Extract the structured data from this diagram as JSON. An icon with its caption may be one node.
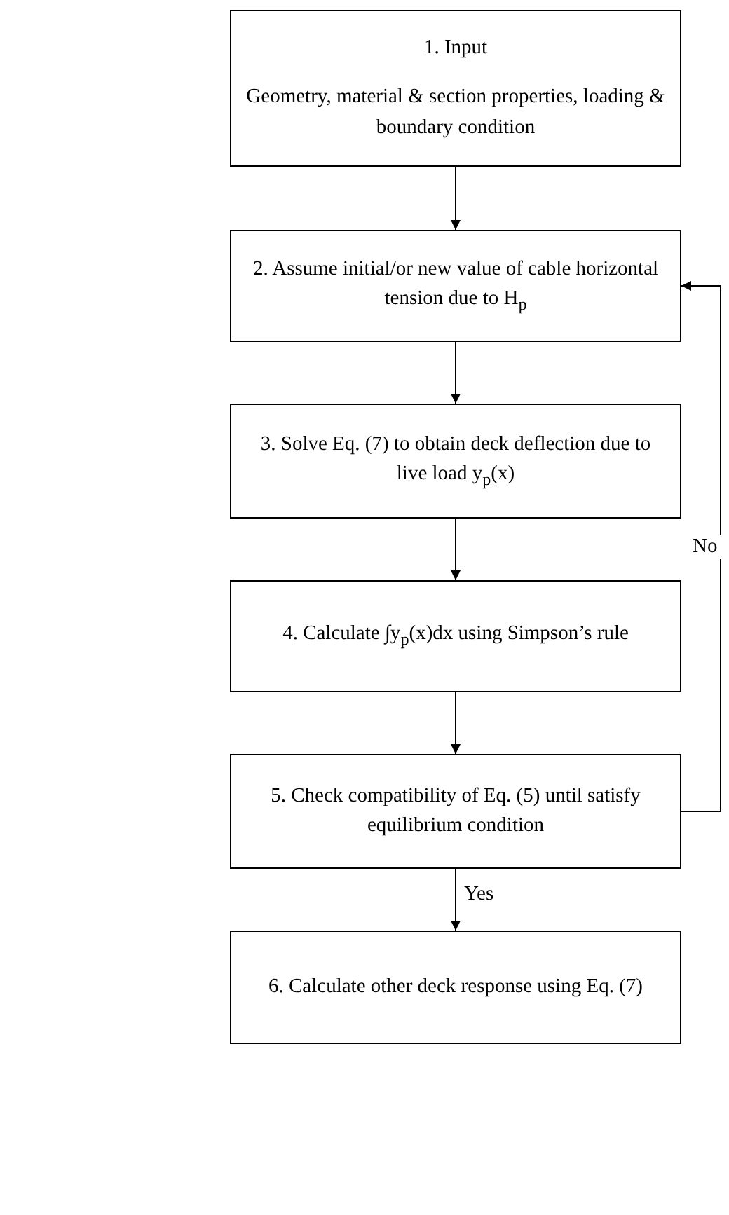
{
  "diagram": {
    "nodes": [
      {
        "text": [
          "1. Input",
          "Geometry, material & section properties, loading & boundary condition"
        ]
      },
      {
        "text": [
          "2. Assume initial/or new value of cable horizontal tension due to H$_{p}$"
        ]
      },
      {
        "text": [
          "3. Solve Eq. (7) to obtain deck deflection due to live load y$_{p}$(x)"
        ]
      },
      {
        "text": [
          "4. Calculate ∫y$_{p}$(x)dx using Simpson’s rule"
        ]
      },
      {
        "text": [
          "5. Check compatibility of Eq. (5) until satisfy equilibrium condition"
        ]
      },
      {
        "text": [
          "6. Calculate other deck response using Eq. (7)"
        ]
      }
    ],
    "edges": [
      {
        "from": 0,
        "to": 1,
        "arrow": "to"
      },
      {
        "from": 1,
        "to": 2,
        "arrow": "to"
      },
      {
        "from": 2,
        "to": 3,
        "arrow": "to"
      },
      {
        "from": 3,
        "to": 4,
        "arrow": "to"
      },
      {
        "from": 4,
        "to": 1,
        "arrow": "to",
        "label": "No"
      },
      {
        "from": 4,
        "to": 5,
        "arrow": "to",
        "label": "Yes"
      }
    ]
  }
}
